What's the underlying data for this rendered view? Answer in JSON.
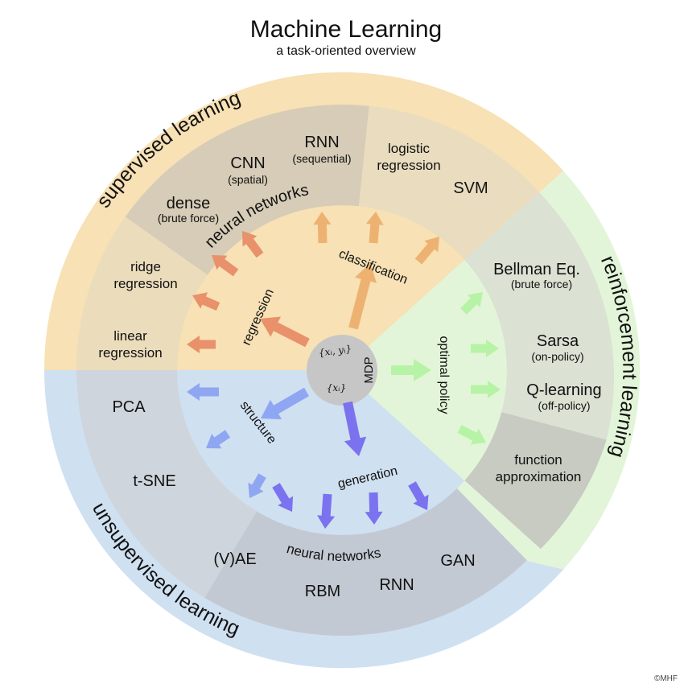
{
  "header": {
    "title": "Machine Learning",
    "subtitle": "a task-oriented overview"
  },
  "outer_ring": {
    "supervised": "supervised learning",
    "reinforcement": "reinforcement learning",
    "unsupervised": "unsupervised learning"
  },
  "supervised": {
    "linear_regression": [
      "linear",
      "regression"
    ],
    "ridge_regression": [
      "ridge",
      "regression"
    ],
    "dense": "dense",
    "dense_note": "(brute force)",
    "cnn": "CNN",
    "cnn_note": "(spatial)",
    "rnn": "RNN",
    "rnn_note": "(sequential)",
    "neural_networks": "neural networks",
    "logistic_regression": [
      "logistic",
      "regression"
    ],
    "svm": "SVM"
  },
  "reinforcement": {
    "bellman": "Bellman Eq.",
    "bellman_note": "(brute force)",
    "sarsa": "Sarsa",
    "sarsa_note": "(on-policy)",
    "qlearning": "Q-learning",
    "qlearning_note": "(off-policy)",
    "function_approx": [
      "function",
      "approximation"
    ]
  },
  "unsupervised": {
    "pca": "PCA",
    "tsne": "t-SNE",
    "vae": "(V)AE",
    "rbm": "RBM",
    "rnn": "RNN",
    "gan": "GAN",
    "neural_networks": "neural networks"
  },
  "tasks": {
    "regression": "regression",
    "classification": "classification",
    "optimal_policy": "optimal policy",
    "structure": "structure",
    "generation": "generation"
  },
  "center": {
    "labeled_data": "{xᵢ, yᵢ}",
    "unlabeled_data": "{xᵢ}",
    "mdp": "MDP"
  },
  "credit": "©MHF",
  "colors": {
    "supervised": "#f7e1b5",
    "reinforcement": "#e3f5d8",
    "unsupervised": "#cfe0f1",
    "regression_arrow": "#e8916a",
    "classification_arrow": "#edb271",
    "policy_arrow": "#b7f3a6",
    "structure_arrow": "#8fa6f2",
    "generation_arrow": "#7a72ee"
  }
}
